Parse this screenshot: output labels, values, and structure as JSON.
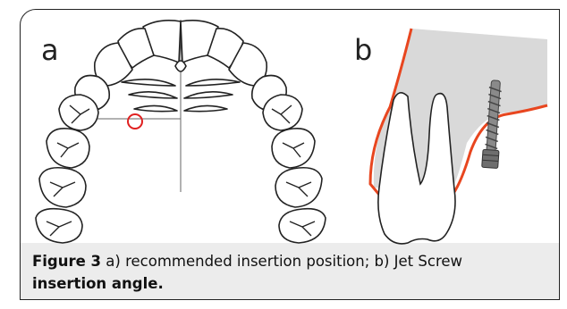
{
  "figure": {
    "panel_a_label": "a",
    "panel_b_label": "b",
    "caption_label": "Figure 3",
    "caption_text_line1": " a) recommended insertion position; b) Jet Screw",
    "caption_text_line2": "insertion angle.",
    "colors": {
      "marker_red": "#e02020",
      "bone_fill": "#d9d9d9",
      "gingiva_orange": "#e8461f",
      "screw_metal": "#8a8a8a"
    }
  }
}
